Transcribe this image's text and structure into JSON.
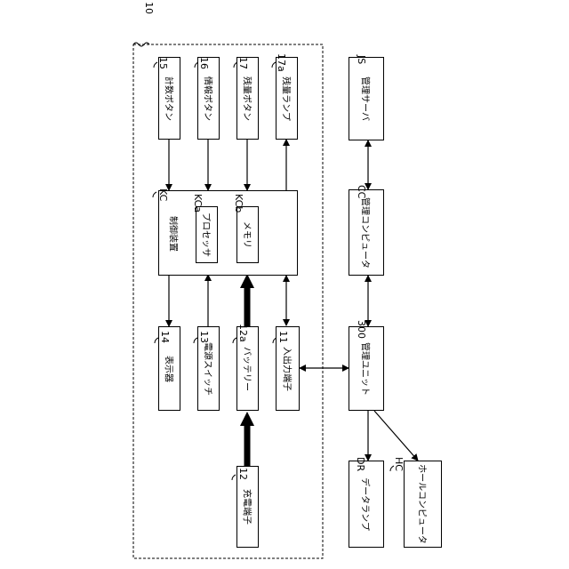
{
  "device": {
    "ref": "10"
  },
  "blocks": {
    "count_button": {
      "label": "計数ボタン",
      "ref": "15"
    },
    "info_button": {
      "label": "情報ボタン",
      "ref": "16"
    },
    "balance_button": {
      "label": "残量ボタン",
      "ref": "17"
    },
    "balance_lamp": {
      "label": "残量ランプ",
      "ref": "17a"
    },
    "control_device": {
      "label": "制御装置",
      "ref": "KC"
    },
    "processor": {
      "label": "プロセッサ",
      "ref": "KCa"
    },
    "memory": {
      "label": "メモリ",
      "ref": "KCb"
    },
    "display": {
      "label": "表示器",
      "ref": "14"
    },
    "power_switch": {
      "label": "電源スイッチ",
      "ref": "13"
    },
    "battery": {
      "label": "バッテリー",
      "ref": "12a"
    },
    "io_terminal": {
      "label": "入出力端子",
      "ref": "11"
    },
    "charge_terminal": {
      "label": "充電端子",
      "ref": "12"
    },
    "mgmt_server": {
      "label": "管理サーバ",
      "ref": "JS"
    },
    "mgmt_computer": {
      "label": "管理コンピュータ",
      "ref": "CC"
    },
    "mgmt_unit": {
      "label": "管理ユニット",
      "ref": "300"
    },
    "data_lamp": {
      "label": "データランプ",
      "ref": "DR"
    },
    "hall_computer": {
      "label": "ホールコンピュータ",
      "ref": "HC"
    }
  }
}
